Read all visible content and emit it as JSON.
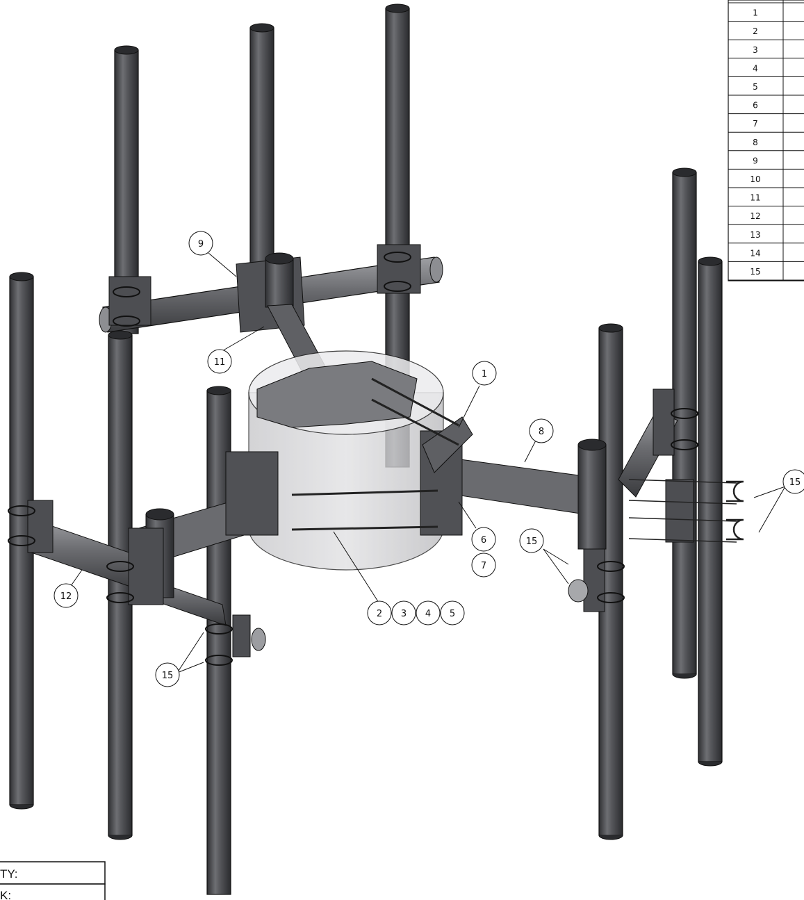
{
  "bom": {
    "rows": [
      "1",
      "2",
      "3",
      "4",
      "5",
      "6",
      "7",
      "8",
      "9",
      "10",
      "11",
      "12",
      "13",
      "14",
      "15"
    ]
  },
  "callouts": {
    "c1": "1",
    "c2": "2",
    "c3": "3",
    "c4": "4",
    "c5": "5",
    "c6": "6",
    "c7": "7",
    "c8": "8",
    "c9": "9",
    "c11": "11",
    "c12": "12",
    "c15_right": "15",
    "c15_mid": "15",
    "c15_left": "15"
  },
  "corner_table": {
    "row1": "TY:",
    "row2": "K:"
  },
  "colors": {
    "pipe_dark": "#3c3d40",
    "pipe_mid": "#6b6c70",
    "pipe_light": "#a7a8ab",
    "plate": "#55565a",
    "cylinder_fill": "#d3d3d5"
  }
}
